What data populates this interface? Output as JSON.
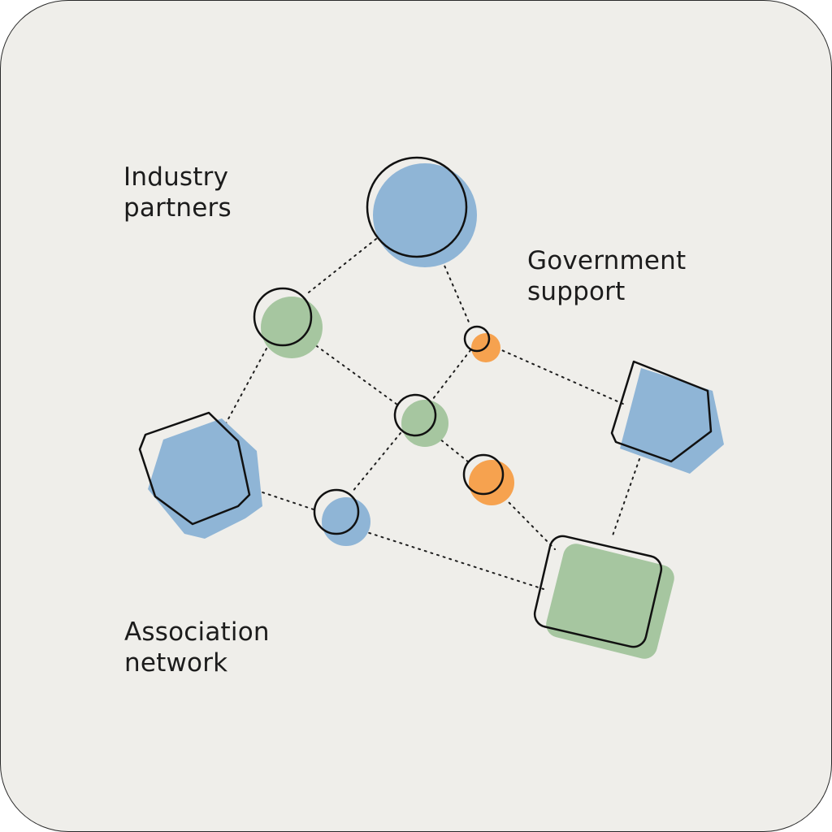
{
  "colors": {
    "background": "#efeeea",
    "blue": "#8fb5d6",
    "green": "#a6c6a0",
    "orange": "#f6a24f",
    "outline": "#111111"
  },
  "labels": {
    "industry": [
      "Industry",
      "partners"
    ],
    "government": [
      "Government",
      "support"
    ],
    "association": [
      "Association",
      "network"
    ]
  }
}
